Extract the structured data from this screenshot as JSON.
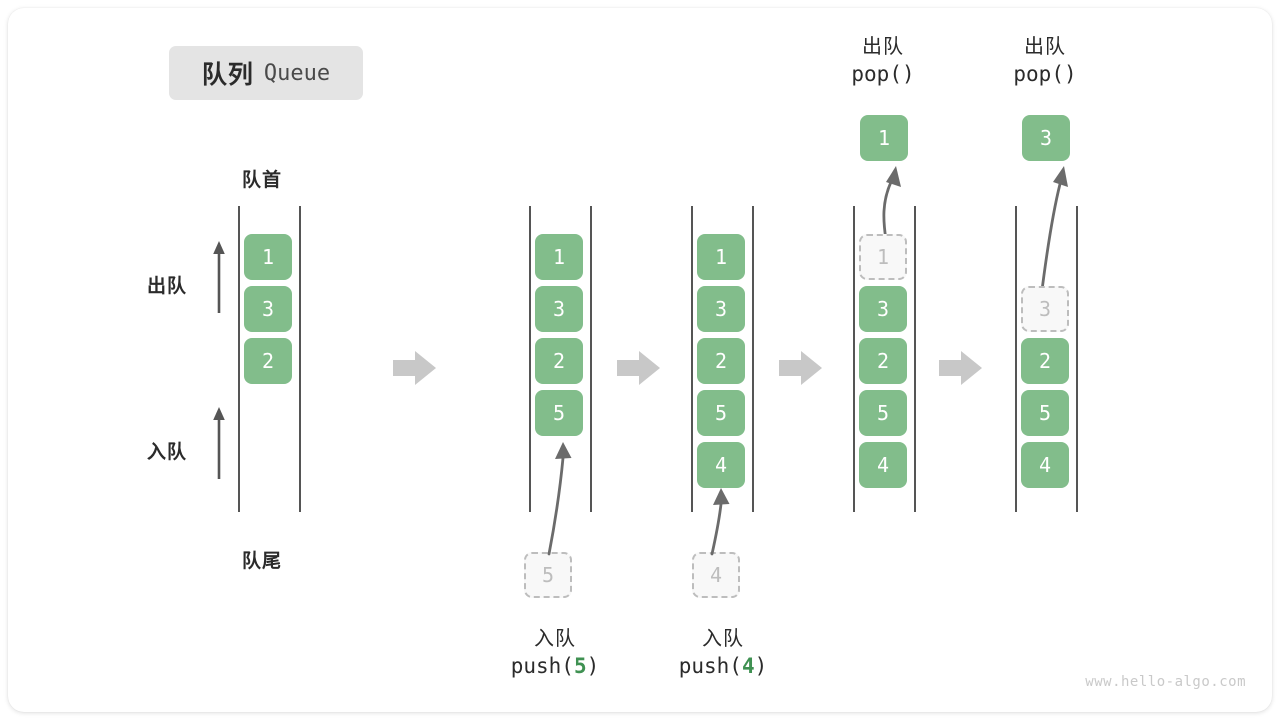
{
  "title": {
    "cn": "队列",
    "en": "Queue"
  },
  "labels": {
    "head": "队首",
    "tail": "队尾",
    "dequeue": "出队",
    "enqueue": "入队"
  },
  "colors": {
    "element": "#82bd8b",
    "element_text": "#ffffff",
    "ghost_fill": "#f8f8f8",
    "ghost_border": "#bdbdbd",
    "ghost_text": "#bdbdbd",
    "rail": "#555555",
    "step_arrow": "#c8c8c8",
    "motion_arrow": "#6b6b6b",
    "title_badge_bg": "#e4e4e4",
    "text": "#2b2b2b",
    "code_number": "#3f9152",
    "watermark": "#c9c9c9"
  },
  "watermark": "www.hello-algo.com",
  "panels": [
    {
      "id": "initial",
      "caption_top": null,
      "caption_bottom": null,
      "elements": [
        {
          "value": "1",
          "slot": 0,
          "state": "filled"
        },
        {
          "value": "3",
          "slot": 1,
          "state": "filled"
        },
        {
          "value": "2",
          "slot": 2,
          "state": "filled"
        }
      ],
      "popped": null,
      "incoming": null
    },
    {
      "id": "push-5",
      "caption_top": null,
      "caption_bottom": {
        "cn": "入队",
        "code_prefix": "push(",
        "code_value": "5",
        "code_suffix": ")"
      },
      "elements": [
        {
          "value": "1",
          "slot": 0,
          "state": "filled"
        },
        {
          "value": "3",
          "slot": 1,
          "state": "filled"
        },
        {
          "value": "2",
          "slot": 2,
          "state": "filled"
        },
        {
          "value": "5",
          "slot": 3,
          "state": "filled"
        }
      ],
      "popped": null,
      "incoming": {
        "value": "5"
      }
    },
    {
      "id": "push-4",
      "caption_top": null,
      "caption_bottom": {
        "cn": "入队",
        "code_prefix": "push(",
        "code_value": "4",
        "code_suffix": ")"
      },
      "elements": [
        {
          "value": "1",
          "slot": 0,
          "state": "filled"
        },
        {
          "value": "3",
          "slot": 1,
          "state": "filled"
        },
        {
          "value": "2",
          "slot": 2,
          "state": "filled"
        },
        {
          "value": "5",
          "slot": 3,
          "state": "filled"
        },
        {
          "value": "4",
          "slot": 4,
          "state": "filled"
        }
      ],
      "popped": null,
      "incoming": {
        "value": "4"
      }
    },
    {
      "id": "pop-1",
      "caption_top": {
        "cn": "出队",
        "code": "pop()"
      },
      "caption_bottom": null,
      "elements": [
        {
          "value": "1",
          "slot": 0,
          "state": "ghost"
        },
        {
          "value": "3",
          "slot": 1,
          "state": "filled"
        },
        {
          "value": "2",
          "slot": 2,
          "state": "filled"
        },
        {
          "value": "5",
          "slot": 3,
          "state": "filled"
        },
        {
          "value": "4",
          "slot": 4,
          "state": "filled"
        }
      ],
      "popped": {
        "value": "1"
      },
      "incoming": null
    },
    {
      "id": "pop-3",
      "caption_top": {
        "cn": "出队",
        "code": "pop()"
      },
      "caption_bottom": null,
      "elements": [
        {
          "value": "3",
          "slot": 1,
          "state": "ghost"
        },
        {
          "value": "2",
          "slot": 2,
          "state": "filled"
        },
        {
          "value": "5",
          "slot": 3,
          "state": "filled"
        },
        {
          "value": "4",
          "slot": 4,
          "state": "filled"
        }
      ],
      "popped": {
        "value": "3"
      },
      "incoming": null
    }
  ]
}
